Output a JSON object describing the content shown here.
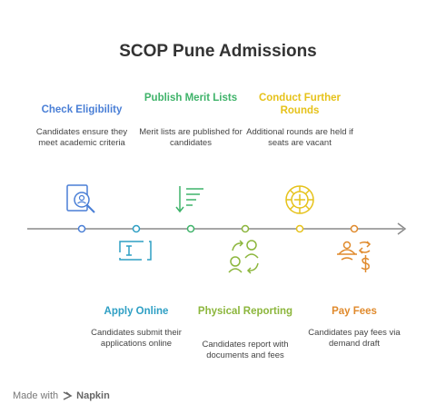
{
  "title": "SCOP Pune Admissions",
  "colors": {
    "check": "#4a7fd6",
    "apply": "#2e9fc4",
    "publish": "#3fb36a",
    "physical": "#8cb63c",
    "conduct": "#e6c21a",
    "pay": "#e08a2c",
    "line": "#8a8a8a"
  },
  "steps": [
    {
      "key": "check",
      "title": "Check Eligibility",
      "desc": "Candidates ensure they meet academic criteria",
      "icon": "magnifier-person-icon"
    },
    {
      "key": "apply",
      "title": "Apply Online",
      "desc": "Candidates submit their applications online",
      "icon": "text-cursor-icon"
    },
    {
      "key": "publish",
      "title": "Publish Merit Lists",
      "desc": "Merit lists are published for candidates",
      "icon": "sorted-list-icon"
    },
    {
      "key": "physical",
      "title": "Physical Reporting",
      "desc": "Candidates report with documents and fees",
      "icon": "people-exchange-icon"
    },
    {
      "key": "conduct",
      "title": "Conduct Further Rounds",
      "desc": "Additional rounds are held if seats are vacant",
      "icon": "roulette-icon"
    },
    {
      "key": "pay",
      "title": "Pay Fees",
      "desc": "Candidates pay fees via demand draft",
      "icon": "payment-icon"
    }
  ],
  "footer": {
    "prefix": "Made with",
    "brand": "Napkin"
  }
}
